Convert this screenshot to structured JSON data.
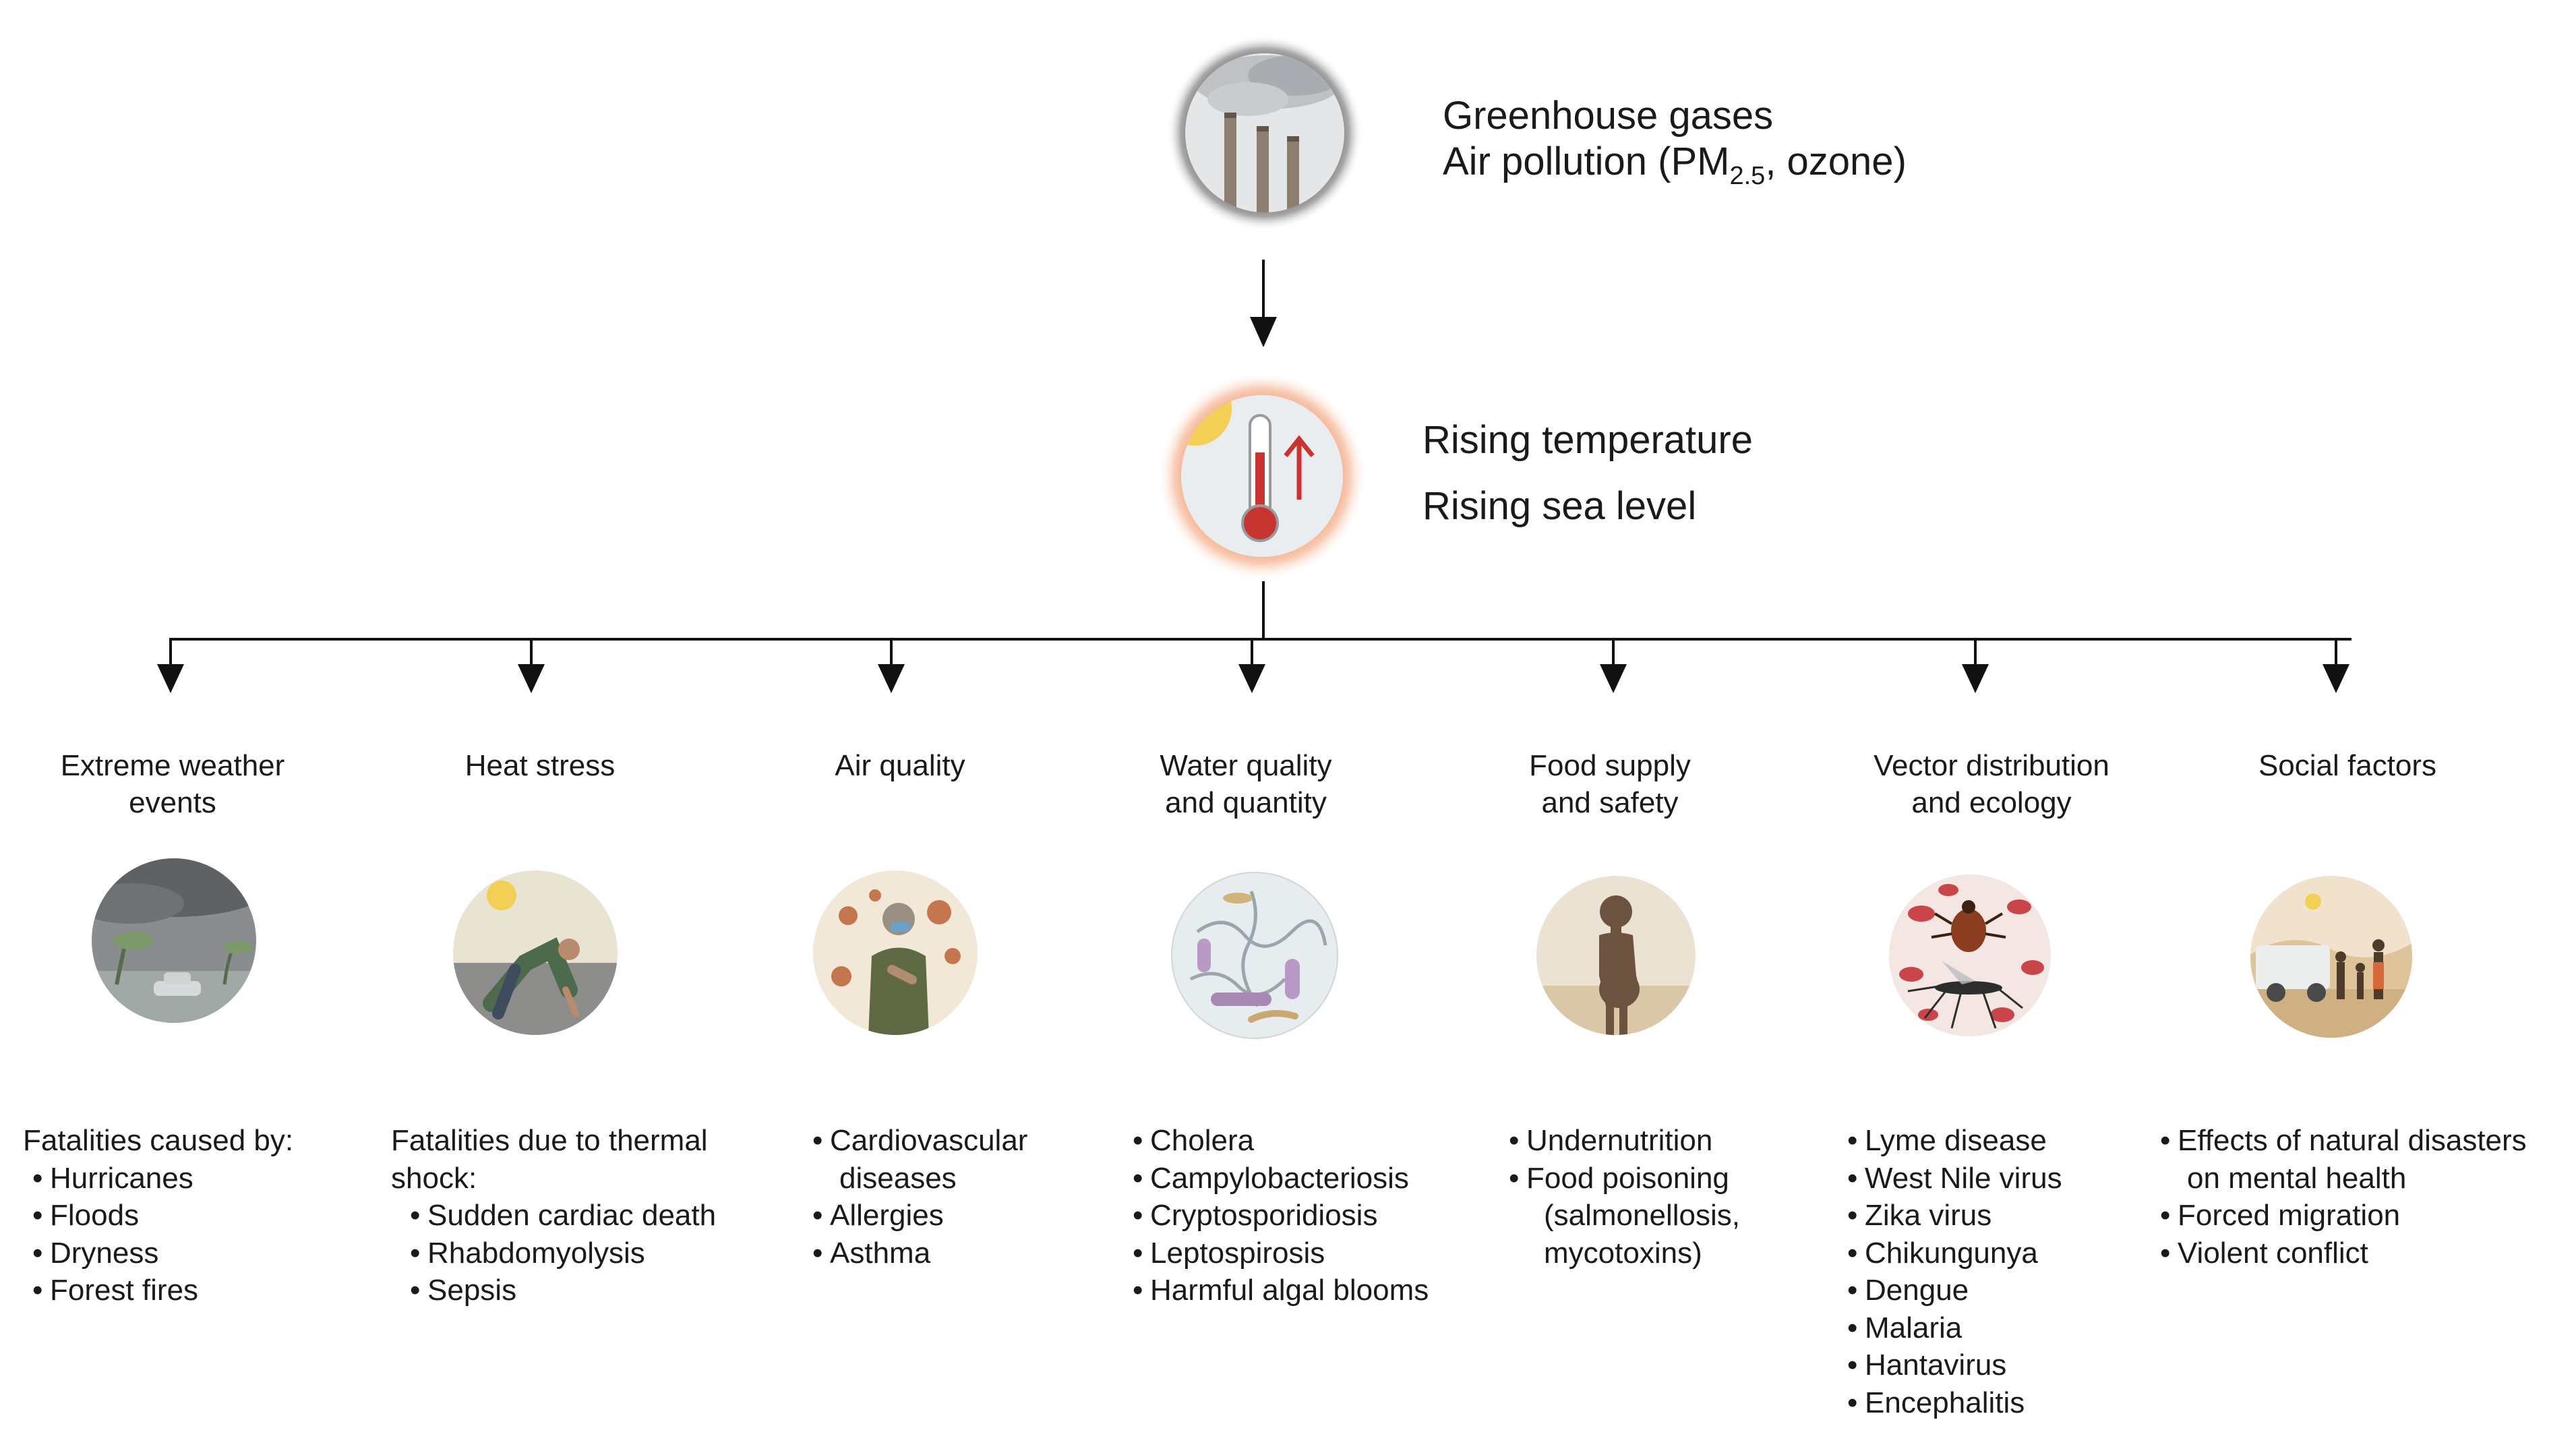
{
  "top": {
    "line1": "Greenhouse gases",
    "line2_pre": "Air pollution (PM",
    "line2_sub": "2.5",
    "line2_post": ", ozone)"
  },
  "middle": {
    "line1": "Rising temperature",
    "line2": "Rising sea level"
  },
  "categories": [
    {
      "title": [
        "Extreme weather",
        "events"
      ],
      "icon": "storm-icon",
      "items": [
        {
          "text": "Fatalities caused by:",
          "level": 0
        },
        {
          "text": "Hurricanes",
          "level": 1,
          "bullet": "•"
        },
        {
          "text": "Floods",
          "level": 1,
          "bullet": "•"
        },
        {
          "text": "Dryness",
          "level": 1,
          "bullet": "•"
        },
        {
          "text": "Forest fires",
          "level": 1,
          "bullet": "•"
        }
      ]
    },
    {
      "title": [
        "Heat stress"
      ],
      "icon": "collapsed-person-icon",
      "items": [
        {
          "text": "Fatalities due to thermal",
          "level": 0
        },
        {
          "text": "shock:",
          "level": 0
        },
        {
          "text": "Sudden cardiac death",
          "level": 2,
          "bullet": "•"
        },
        {
          "text": "Rhabdomyolysis",
          "level": 2,
          "bullet": "•"
        },
        {
          "text": "Sepsis",
          "level": 2,
          "bullet": "•"
        }
      ]
    },
    {
      "title": [
        "Air quality"
      ],
      "icon": "coughing-person-icon",
      "items": [
        {
          "text": "Cardiovascular",
          "level": 0,
          "bullet": "•"
        },
        {
          "text": "diseases",
          "level": 1
        },
        {
          "text": "Allergies",
          "level": 0,
          "bullet": "•"
        },
        {
          "text": "Asthma",
          "level": 0,
          "bullet": "•"
        }
      ]
    },
    {
      "title": [
        "Water quality",
        "and quantity"
      ],
      "icon": "bacteria-icon",
      "items": [
        {
          "text": "Cholera",
          "level": 0,
          "bullet": "•"
        },
        {
          "text": "Campylobacteriosis",
          "level": 0,
          "bullet": "•"
        },
        {
          "text": "Cryptosporidiosis",
          "level": 0,
          "bullet": "•"
        },
        {
          "text": "Leptospirosis",
          "level": 0,
          "bullet": "•"
        },
        {
          "text": "Harmful algal blooms",
          "level": 0,
          "bullet": "•"
        }
      ]
    },
    {
      "title": [
        "Food supply",
        "and safety"
      ],
      "icon": "malnourished-child-icon",
      "items": [
        {
          "text": "Undernutrition",
          "level": 0,
          "bullet": "•"
        },
        {
          "text": "Food poisoning",
          "level": 0,
          "bullet": "•"
        },
        {
          "text": "(salmonellosis,",
          "level": 1
        },
        {
          "text": "mycotoxins)",
          "level": 1
        }
      ]
    },
    {
      "title": [
        "Vector distribution",
        "and ecology"
      ],
      "icon": "tick-mosquito-icon",
      "items": [
        {
          "text": "Lyme disease",
          "level": 0,
          "bullet": "•"
        },
        {
          "text": "West Nile virus",
          "level": 0,
          "bullet": "•"
        },
        {
          "text": "Zika virus",
          "level": 0,
          "bullet": "•"
        },
        {
          "text": "Chikungunya",
          "level": 0,
          "bullet": "•"
        },
        {
          "text": "Dengue",
          "level": 0,
          "bullet": "•"
        },
        {
          "text": "Malaria",
          "level": 0,
          "bullet": "•"
        },
        {
          "text": "Hantavirus",
          "level": 0,
          "bullet": "•"
        },
        {
          "text": "Encephalitis",
          "level": 0,
          "bullet": "•"
        }
      ]
    },
    {
      "title": [
        "Social factors"
      ],
      "icon": "refugees-icon",
      "items": [
        {
          "text": "Effects of natural disasters",
          "level": 0,
          "bullet": "•"
        },
        {
          "text": "on mental health",
          "level": 1
        },
        {
          "text": "Forced migration",
          "level": 0,
          "bullet": "•"
        },
        {
          "text": "Violent conflict",
          "level": 0,
          "bullet": "•"
        }
      ]
    }
  ],
  "colors": {
    "line": "#111111",
    "heat_glow": "#f2a27c",
    "smoke_glow": "#8a8a8a",
    "thermometer_red": "#c8342f",
    "sun": "#f3cf55"
  }
}
